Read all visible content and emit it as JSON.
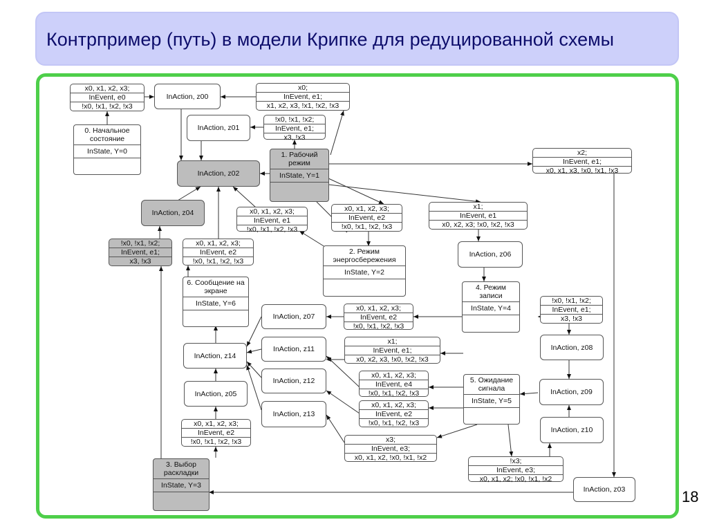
{
  "slide": {
    "title": "Контрпример (путь) в модели Крипке для редуцированной схемы",
    "page_number": "18"
  },
  "colors": {
    "title_bg": "#cdd0fa",
    "frame": "#4ecf4a",
    "highlight": "#bdbdbd"
  },
  "nodes": {
    "s0": {
      "name": "0. Начальное состояние",
      "value": "InState, Y=0"
    },
    "s1": {
      "name": "1. Рабочий режим",
      "value": "InState, Y=1"
    },
    "s2": {
      "name": "2. Режим энергосбережения",
      "value": "InState, Y=2"
    },
    "s3": {
      "name": "3. Выбор раскладки",
      "value": "InState, Y=3"
    },
    "s4": {
      "name": "4. Режим записи",
      "value": "InState, Y=4"
    },
    "s5": {
      "name": "5. Ожидание сигнала",
      "value": "InState, Y=5"
    },
    "s6": {
      "name": "6. Сообщение на экране",
      "value": "InState, Y=6"
    },
    "z00": "InAction, z00",
    "z01": "InAction, z01",
    "z02": "InAction, z02",
    "z03": "InAction, z03",
    "z04": "InAction, z04",
    "z05": "InAction, z05",
    "z06": "InAction, z06",
    "z07": "InAction, z07",
    "z08": "InAction, z08",
    "z09": "InAction, z09",
    "z10": "InAction, z10",
    "z11": "InAction, z11",
    "z12": "InAction, z12",
    "z13": "InAction, z13",
    "z14": "InAction, z14",
    "t_e0": [
      "x0, x1, x2, x3;",
      "InEvent, e0",
      "!x0, !x1, !x2, !x3"
    ],
    "t_top_e1": [
      "x0;",
      "InEvent, e1;",
      "x1, x2, x3, !x1, !x2, !x3"
    ],
    "t_z01_e1": [
      "!x0, !x1, !x2;",
      "InEvent, e1;",
      "x3, !x3"
    ],
    "t_right_e1": [
      "x2;",
      "InEvent, e1;",
      "x0, x1, x3, !x0, !x1, !x3"
    ],
    "t_z04_e1": [
      "!x0, !x1, !x2;",
      "InEvent, e1;",
      "x3, !x3"
    ],
    "t_mid_e1": [
      "x0, x1, x2, x3;",
      "InEvent, e1",
      "!x0, !x1, !x2, !x3"
    ],
    "t_s1_e2": [
      "x0, x1, x2, x3;",
      "InEvent, e2",
      "!x0, !x1, !x2, !x3"
    ],
    "t_z06_e1": [
      "x1;",
      "InEvent, e1",
      "x0, x2, x3; !x0, !x2, !x3"
    ],
    "t_s6_e2": [
      "x0, x1, x2, x3;",
      "InEvent, e2",
      "!x0, !x1, !x2, !x3"
    ],
    "t_z07_e2": [
      "x0, x1, x2, x3;",
      "InEvent, e2",
      "!x0, !x1, !x2, !x3"
    ],
    "t_z08_e1": [
      "!x0, !x1, !x2;",
      "InEvent, e1;",
      "x3, !x3"
    ],
    "t_z11_e1": [
      "x1;",
      "InEvent, e1;",
      "x0, x2, x3, !x0, !x2, !x3"
    ],
    "t_z12_e4": [
      "x0, x1, x2, x3;",
      "InEvent, e4",
      "!x0, !x1, !x2, !x3"
    ],
    "t_z13_e2": [
      "x0, x1, x2, x3;",
      "InEvent, e2",
      "!x0, !x1, !x2, !x3"
    ],
    "t_s5_e3": [
      "x3;",
      "InEvent, e3;",
      "x0, x1, x2, !x0, !x1, !x2"
    ],
    "t_z10_e3": [
      "!x3;",
      "InEvent, e3;",
      "x0, x1, x2; !x0, !x1, !x2"
    ],
    "t_s3_e2": [
      "x0, x1, x2, x3;",
      "InEvent, e2",
      "!x0, !x1, !x2, !x3"
    ]
  }
}
